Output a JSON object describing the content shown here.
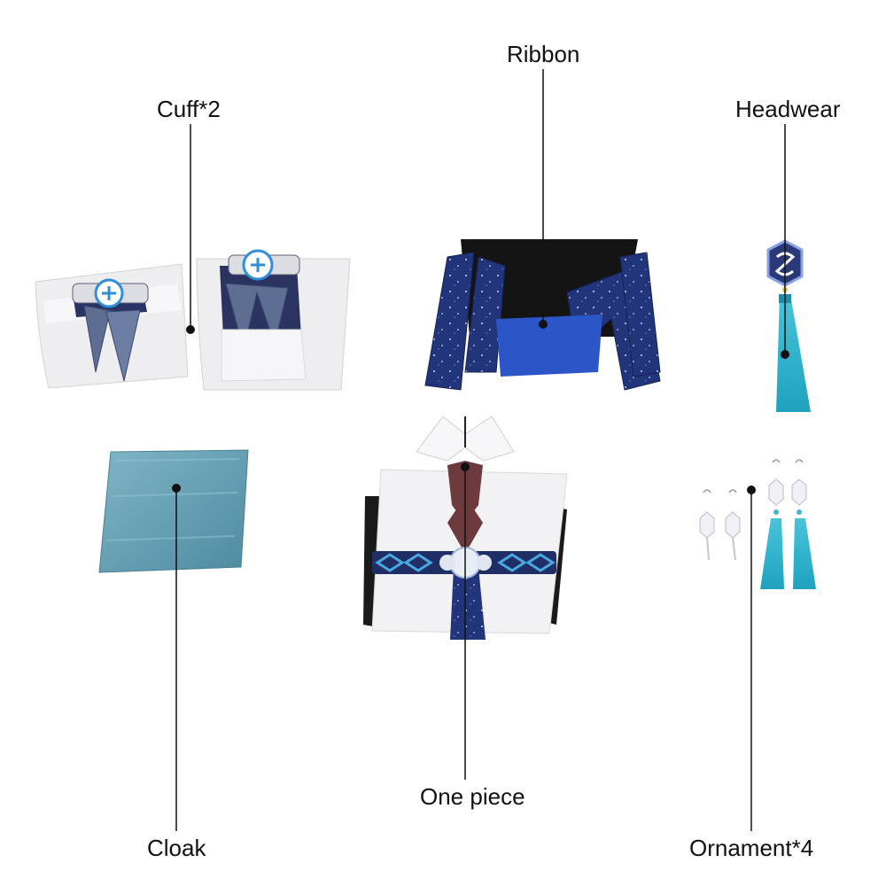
{
  "labels": {
    "ribbon": "Ribbon",
    "cuff": "Cuff*2",
    "headwear": "Headwear",
    "cloak": "Cloak",
    "one_piece": "One piece",
    "ornament": "Ornament*4"
  },
  "colors": {
    "background": "#ffffff",
    "leader": "#111111",
    "white_fabric": "#f1f1f3",
    "navy": "#1d2d63",
    "starry_blue": "#23357a",
    "black_fabric": "#141414",
    "teal_cloak": "#6aa3b5",
    "tassel_cyan": "#2fb6cf",
    "maroon": "#6d3b3e"
  }
}
